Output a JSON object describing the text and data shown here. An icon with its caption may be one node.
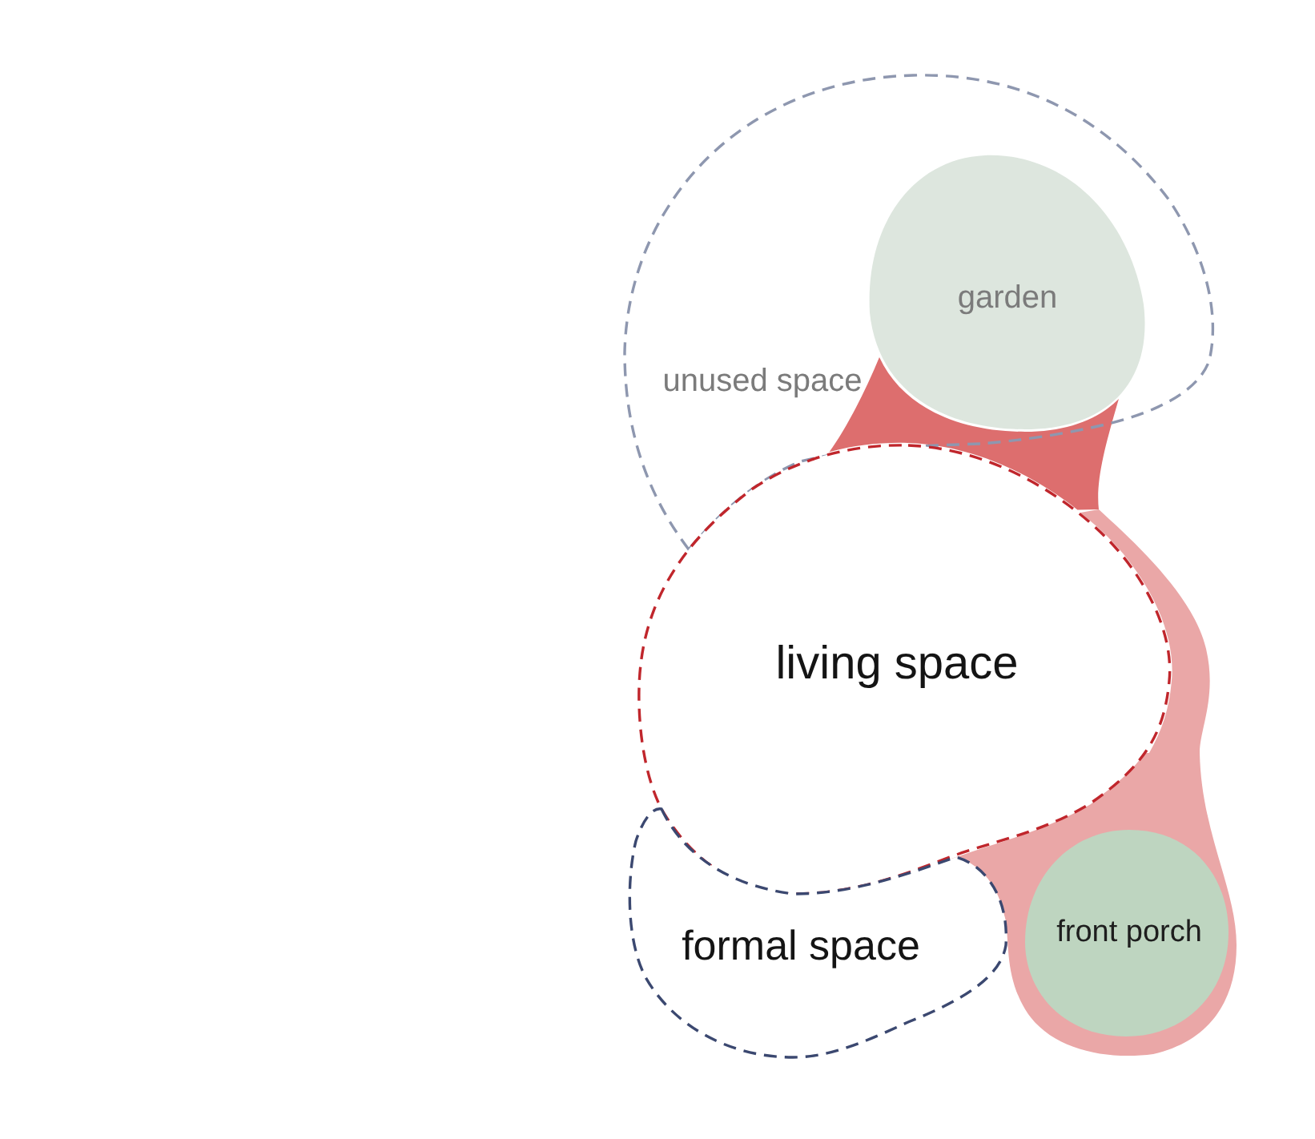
{
  "diagram": {
    "nodes": [
      {
        "text": [
          "unused space"
        ]
      },
      {
        "text": [
          "garden"
        ],
        "in": 0
      },
      {
        "text": [
          "living space"
        ]
      },
      {
        "text": [
          "formal space"
        ]
      },
      {
        "text": [
          "front porch"
        ]
      }
    ],
    "edges": [
      {
        "from": 1,
        "to": 2,
        "arrow": "none",
        "style": "thick",
        "color": "#dd6e6e"
      },
      {
        "from": 2,
        "to": 4,
        "arrow": "none",
        "style": "thick",
        "color": "#eaa7a7"
      }
    ]
  }
}
